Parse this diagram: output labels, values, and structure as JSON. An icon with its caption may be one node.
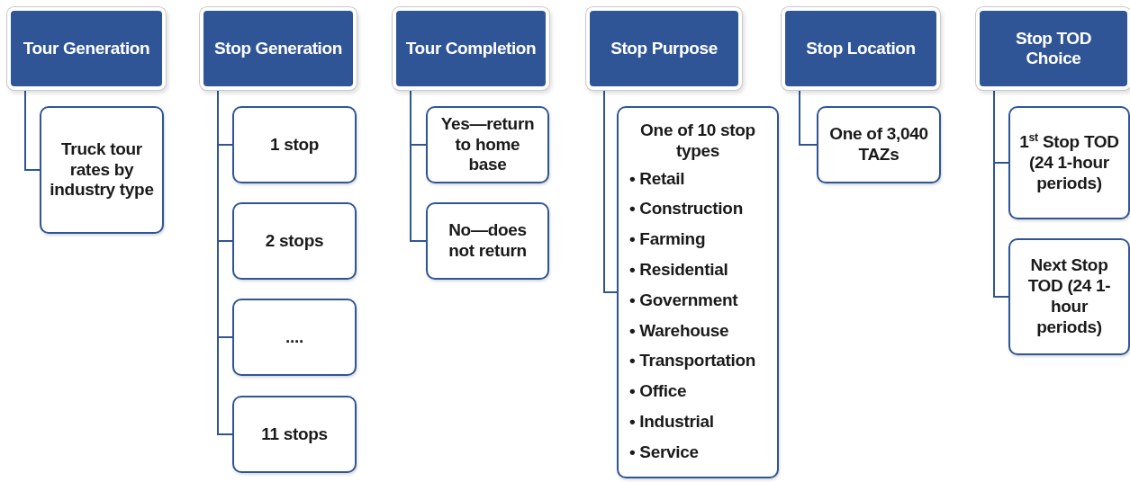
{
  "diagram": {
    "nodes": [
      {
        "text": [
          "Tour Generation"
        ]
      },
      {
        "text": [
          "Truck tour rates by industry type"
        ]
      },
      {
        "text": [
          "Stop Generation"
        ]
      },
      {
        "text": [
          "1 stop"
        ]
      },
      {
        "text": [
          "2 stops"
        ]
      },
      {
        "text": [
          "...."
        ]
      },
      {
        "text": [
          "11 stops"
        ]
      },
      {
        "text": [
          "Tour Completion"
        ]
      },
      {
        "text": [
          "Yes—return to home base"
        ]
      },
      {
        "text": [
          "No—does not return"
        ]
      },
      {
        "text": [
          "Stop Purpose"
        ]
      },
      {
        "text": [
          "One of 10 stop types",
          "• Retail",
          "• Construction",
          "• Farming",
          "• Residential",
          "• Government",
          "• Warehouse",
          "• Transportation",
          "• Office",
          "• Industrial",
          "• Service"
        ]
      },
      {
        "text": [
          "Stop Location"
        ]
      },
      {
        "text": [
          "One of 3,040 TAZs"
        ]
      },
      {
        "text": [
          "Stop TOD Choice"
        ]
      },
      {
        "text": [
          "1$^{st}$ Stop TOD (24 1-hour periods)"
        ]
      },
      {
        "text": [
          "Next Stop TOD (24 1-hour periods)"
        ]
      }
    ],
    "edges": [
      {
        "from": 0,
        "to": 1,
        "arrow": "none"
      },
      {
        "from": 2,
        "to": 3,
        "arrow": "none"
      },
      {
        "from": 2,
        "to": 4,
        "arrow": "none"
      },
      {
        "from": 2,
        "to": 5,
        "arrow": "none"
      },
      {
        "from": 2,
        "to": 6,
        "arrow": "none"
      },
      {
        "from": 7,
        "to": 8,
        "arrow": "none"
      },
      {
        "from": 7,
        "to": 9,
        "arrow": "none"
      },
      {
        "from": 10,
        "to": 11,
        "arrow": "none"
      },
      {
        "from": 12,
        "to": 13,
        "arrow": "none"
      },
      {
        "from": 14,
        "to": 15,
        "arrow": "none"
      },
      {
        "from": 14,
        "to": 16,
        "arrow": "none"
      }
    ]
  }
}
